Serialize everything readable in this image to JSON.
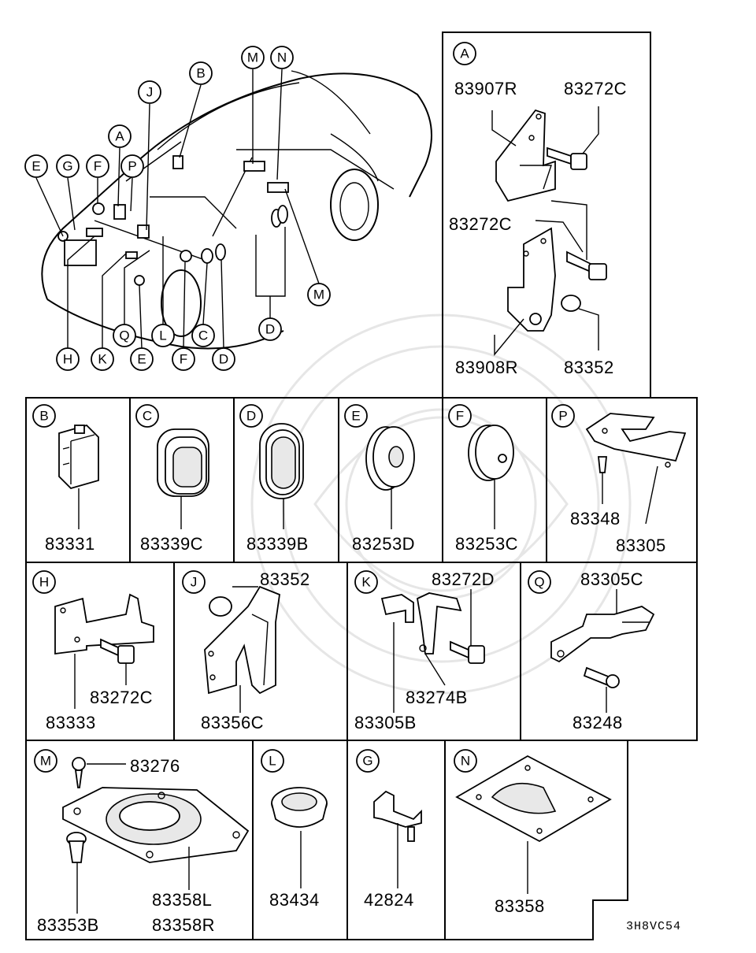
{
  "diagram_code": "3H8VC54",
  "overview": {
    "callouts": [
      "A",
      "B",
      "C",
      "D",
      "E",
      "F",
      "G",
      "H",
      "J",
      "K",
      "L",
      "M",
      "N",
      "P",
      "Q"
    ]
  },
  "panels": {
    "A": {
      "letter": "A",
      "parts": [
        "83907R",
        "83272C",
        "83272C",
        "83908R",
        "83352"
      ]
    },
    "B": {
      "letter": "B",
      "parts": [
        "83331"
      ]
    },
    "C": {
      "letter": "C",
      "parts": [
        "83339C"
      ]
    },
    "D": {
      "letter": "D",
      "parts": [
        "83339B"
      ]
    },
    "E": {
      "letter": "E",
      "parts": [
        "83253D"
      ]
    },
    "F": {
      "letter": "F",
      "parts": [
        "83253C"
      ]
    },
    "P": {
      "letter": "P",
      "parts": [
        "83348",
        "83305"
      ]
    },
    "H": {
      "letter": "H",
      "parts": [
        "83272C",
        "83333"
      ]
    },
    "J": {
      "letter": "J",
      "parts": [
        "83352",
        "83356C"
      ]
    },
    "K": {
      "letter": "K",
      "parts": [
        "83272D",
        "83274B",
        "83305B"
      ]
    },
    "Q": {
      "letter": "Q",
      "parts": [
        "83305C",
        "83248"
      ]
    },
    "M": {
      "letter": "M",
      "parts": [
        "83276",
        "83358L",
        "83358R",
        "83353B"
      ]
    },
    "L": {
      "letter": "L",
      "parts": [
        "83434"
      ]
    },
    "G": {
      "letter": "G",
      "parts": [
        "42824"
      ]
    },
    "N": {
      "letter": "N",
      "parts": [
        "83358"
      ]
    }
  }
}
